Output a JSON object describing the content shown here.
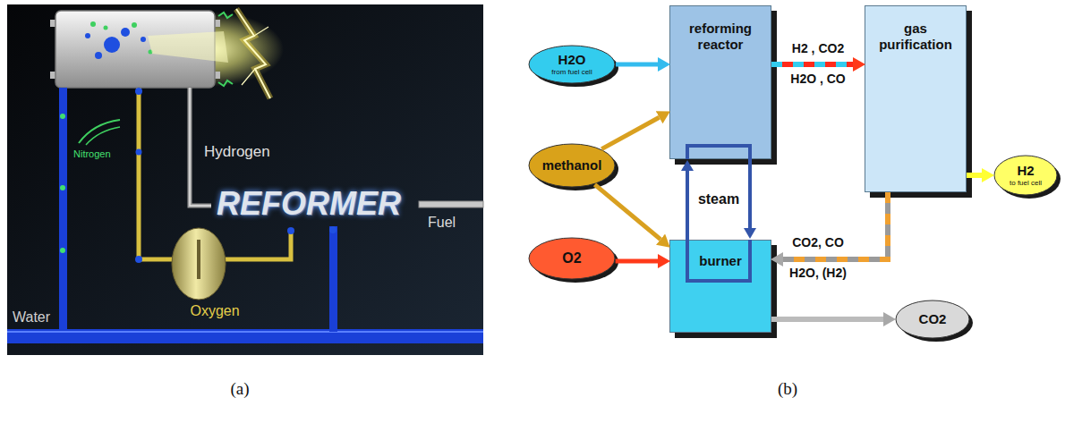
{
  "diagram": {
    "nodes": [
      {
        "text": [
          "H2O",
          "from fuel cell"
        ]
      },
      {
        "text": [
          "methanol"
        ]
      },
      {
        "text": [
          "O2"
        ]
      },
      {
        "text": [
          "reforming reactor"
        ]
      },
      {
        "text": [
          "burner"
        ]
      },
      {
        "text": [
          "gas purification"
        ]
      },
      {
        "text": [
          "H2",
          "to fuel cell"
        ]
      },
      {
        "text": [
          "CO2"
        ]
      }
    ],
    "edges": [
      {
        "from": 0,
        "to": 3,
        "arrow": "to"
      },
      {
        "from": 1,
        "to": 3,
        "arrow": "to"
      },
      {
        "from": 1,
        "to": 4,
        "arrow": "to"
      },
      {
        "from": 2,
        "to": 4,
        "arrow": "to"
      },
      {
        "from": 3,
        "to": 5,
        "label": "H2 , CO2",
        "arrow": "to"
      },
      {
        "from": 5,
        "to": 6,
        "arrow": "to"
      },
      {
        "from": 5,
        "to": 4,
        "label": "CO2, CO",
        "arrow": "to"
      },
      {
        "from": 4,
        "to": 7,
        "arrow": "to"
      },
      {
        "from": 4,
        "to": 3,
        "arrow": "to"
      },
      {
        "from": 3,
        "to": 4,
        "arrow": "to"
      }
    ],
    "labels": [
      "Hydrogen",
      "REFORMER",
      "Fuel",
      "Nitrogen",
      "Oxygen",
      "Water",
      "H2O , CO",
      "steam",
      "H2O, (H2)",
      "(a)",
      "(b)"
    ]
  }
}
